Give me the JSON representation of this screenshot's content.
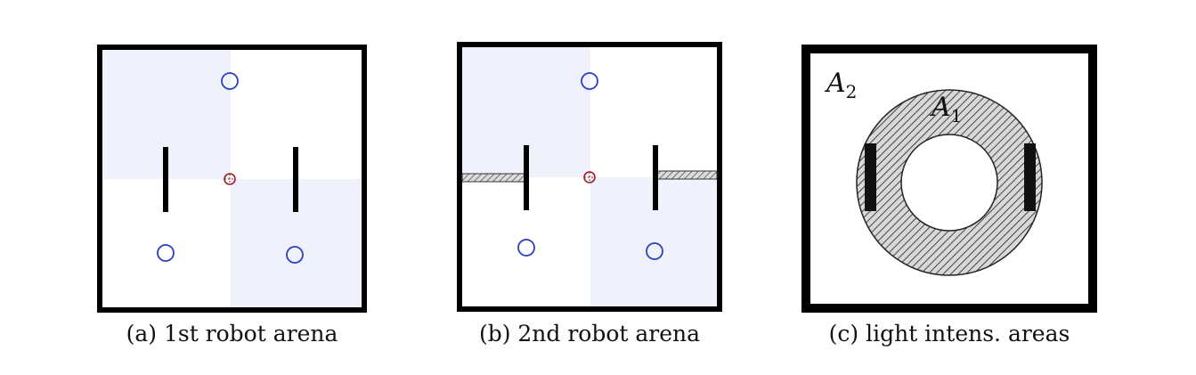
{
  "figure": {
    "panels": [
      {
        "id": "a",
        "caption": "(a) 1st robot arena"
      },
      {
        "id": "b",
        "caption": "(b) 2nd robot arena"
      },
      {
        "id": "c",
        "caption": "(c) light intens. areas"
      }
    ],
    "area_labels": {
      "a2": {
        "letter": "A",
        "sub": "2"
      },
      "a1": {
        "letter": "A",
        "sub": "1"
      }
    },
    "colors": {
      "frame": "#000000",
      "shade": "#eff1fd",
      "target_circle": "#2d3fc0",
      "robot_marker": "#9b1f1f",
      "hatch": "#555555"
    }
  }
}
